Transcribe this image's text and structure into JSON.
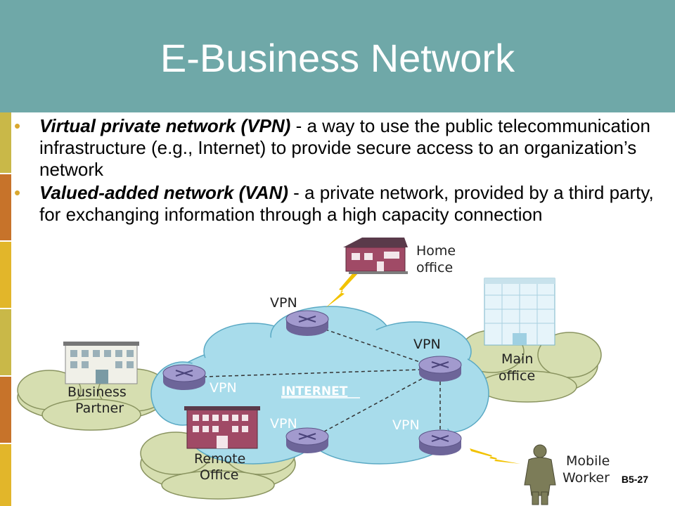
{
  "title": "E-Business Network",
  "bullets": [
    {
      "term": "Virtual private network (VPN)",
      "text": " - a way to use the public telecommunication infrastructure (e.g., Internet) to provide secure access to an organization’s network"
    },
    {
      "term": "Valued-added network (VAN)",
      "text": " - a private network, provided by a third party, for exchanging information through a high capacity connection"
    }
  ],
  "diagram": {
    "internet_label": "INTERNET",
    "vpn_label": "VPN",
    "home_office": [
      "Home",
      "office"
    ],
    "main_office": [
      "Main",
      "office"
    ],
    "business_partner": [
      "Business",
      "Partner"
    ],
    "remote_office": [
      "Remote",
      "Office"
    ],
    "mobile_worker": [
      "Mobile",
      "Worker"
    ]
  },
  "slide_number": "B5-27",
  "colors": {
    "header": "#6fa8a8",
    "cloud": "#d6deb0",
    "internet": "#a8dceb",
    "router": "#9a92c4",
    "bullet": "#d9a830"
  }
}
